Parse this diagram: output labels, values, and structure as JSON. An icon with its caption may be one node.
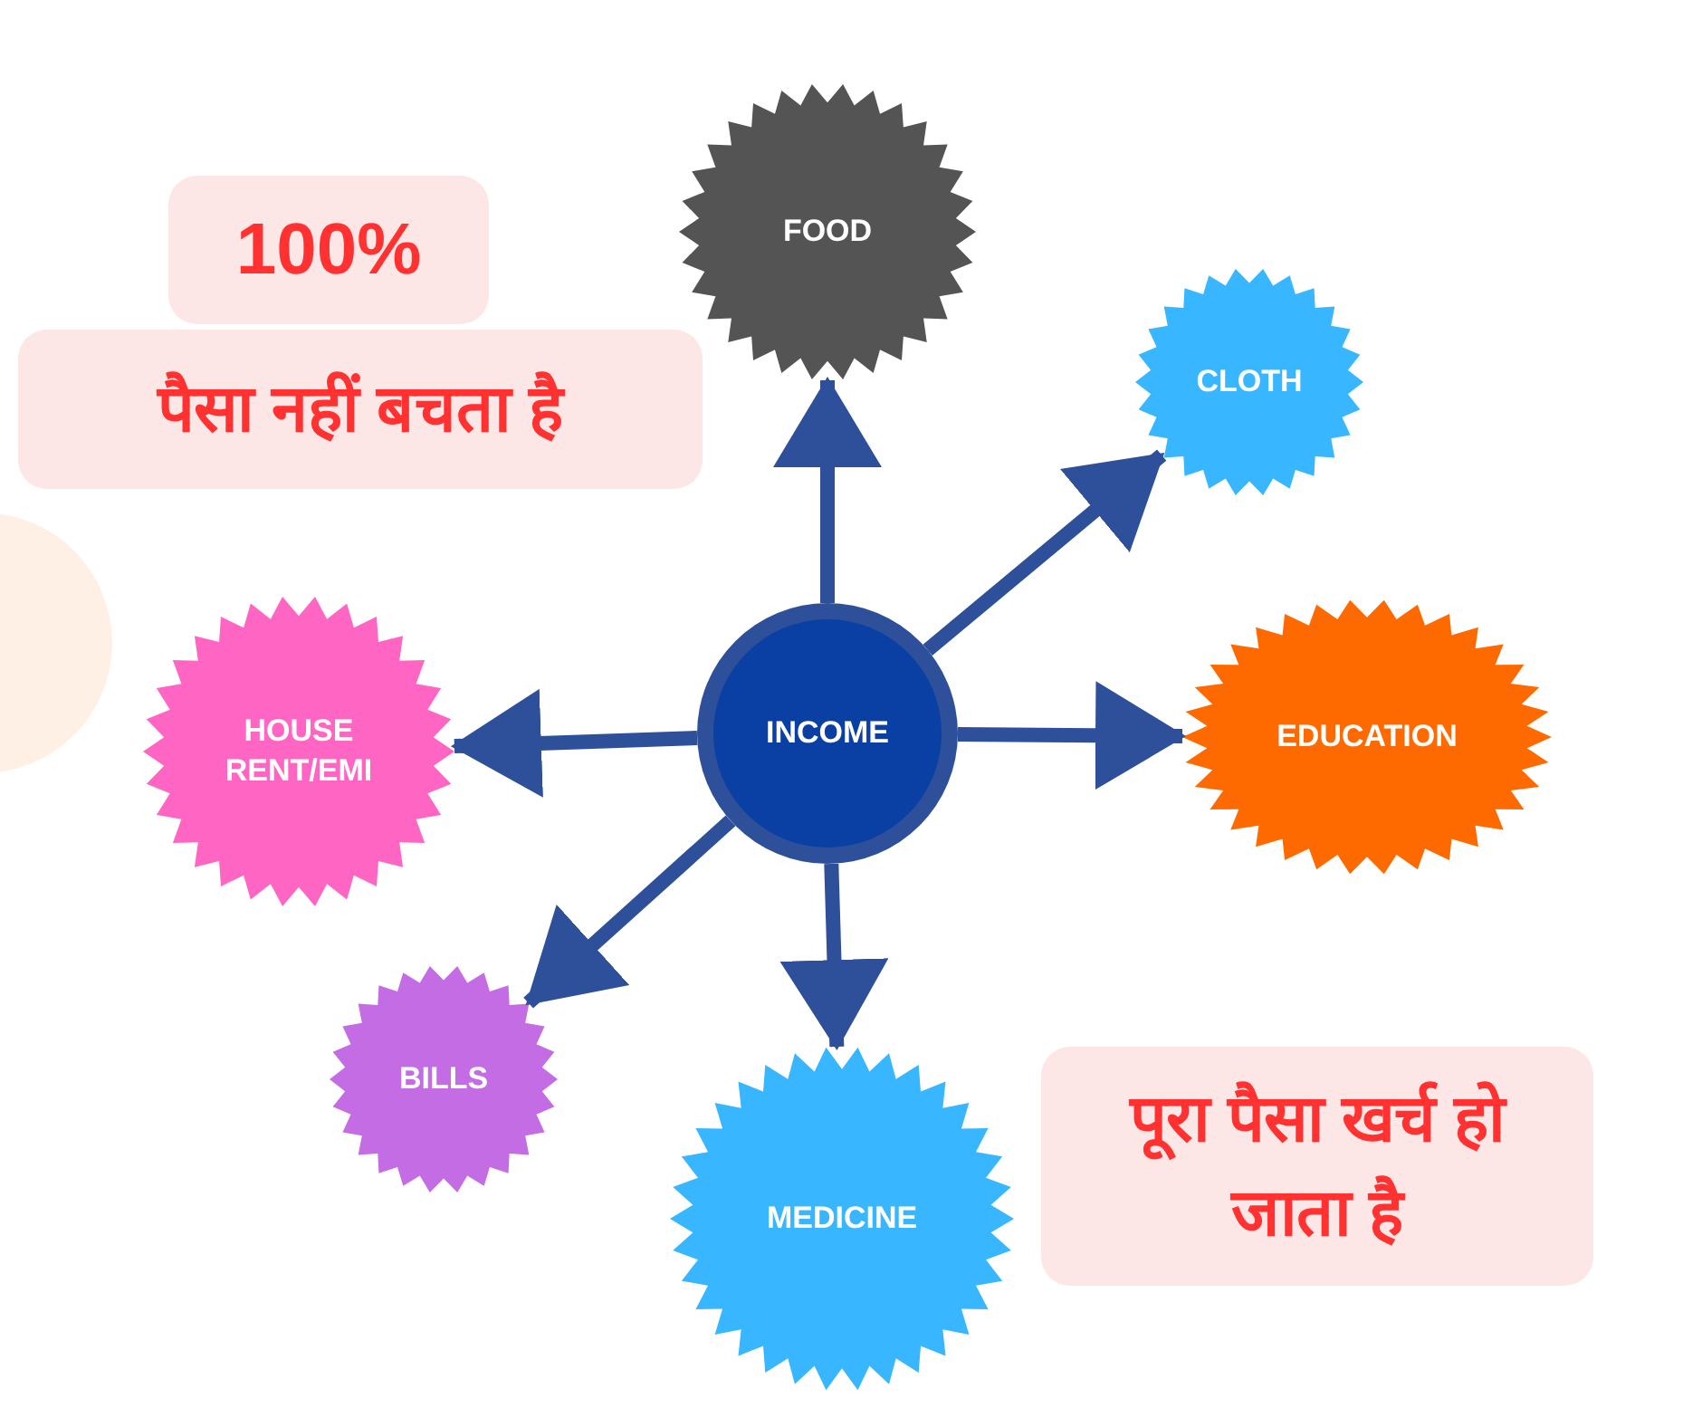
{
  "diagram": {
    "nodes": [
      {
        "text": [
          "INCOME"
        ]
      },
      {
        "text": [
          "FOOD"
        ]
      },
      {
        "text": [
          "CLOTH"
        ]
      },
      {
        "text": [
          "EDUCATION"
        ]
      },
      {
        "text": [
          "MEDICINE"
        ]
      },
      {
        "text": [
          "BILLS"
        ]
      },
      {
        "text": [
          "HOUSE RENT/EMI"
        ]
      }
    ],
    "edges": [
      {
        "from": 0,
        "to": 1,
        "arrow": "to"
      },
      {
        "from": 0,
        "to": 2,
        "arrow": "to"
      },
      {
        "from": 0,
        "to": 3,
        "arrow": "to"
      },
      {
        "from": 0,
        "to": 4,
        "arrow": "to"
      },
      {
        "from": 0,
        "to": 5,
        "arrow": "to"
      },
      {
        "from": 0,
        "to": 6,
        "arrow": "to"
      }
    ],
    "labels": [
      "100%",
      "पैसा नहीं बचता है",
      "पूरा पैसा खर्च हो जाता है"
    ]
  }
}
